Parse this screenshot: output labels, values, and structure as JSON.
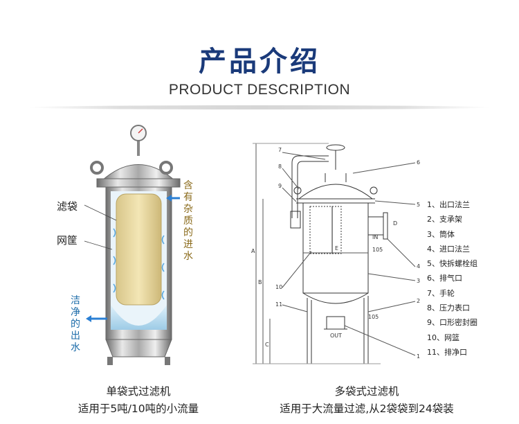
{
  "header": {
    "title_cn": "产品介绍",
    "title_en": "PRODUCT DESCRIPTION"
  },
  "left_figure": {
    "labels": {
      "filter_bag": "滤袋",
      "basket": "网筐",
      "inlet_vertical": [
        "含",
        "有",
        "杂",
        "质",
        "的",
        "进",
        "水"
      ],
      "outlet_vertical": [
        "洁",
        "净",
        "的",
        "出",
        "水"
      ]
    },
    "caption_line1": "单袋式过滤机",
    "caption_line2": "适用于5吨/10吨的小流量"
  },
  "right_figure": {
    "legend": [
      "1、出口法兰",
      "2、支承架",
      "3、筒体",
      "4、进口法兰",
      "5、快拆螺栓组",
      "6、排气口",
      "7、手轮",
      "8、压力表口",
      "9、口形密封圈",
      "10、网篮",
      "11、排净口"
    ],
    "dimension_labels": [
      "A",
      "B",
      "C",
      "D",
      "E",
      "105",
      "105",
      "IN",
      "OUT"
    ],
    "callouts": [
      "7",
      "6",
      "8",
      "9",
      "5",
      "4",
      "3",
      "10",
      "2",
      "11",
      "1"
    ],
    "caption_line1": "多袋式过滤机",
    "caption_line2": "适用于大流量过滤,从2袋袋到24袋装"
  },
  "colors": {
    "title_blue": "#1a3a7a",
    "inlet_text": "#8a6a1a",
    "outlet_text": "#1a6aa8",
    "arrow_blue": "#2a7fd4"
  }
}
